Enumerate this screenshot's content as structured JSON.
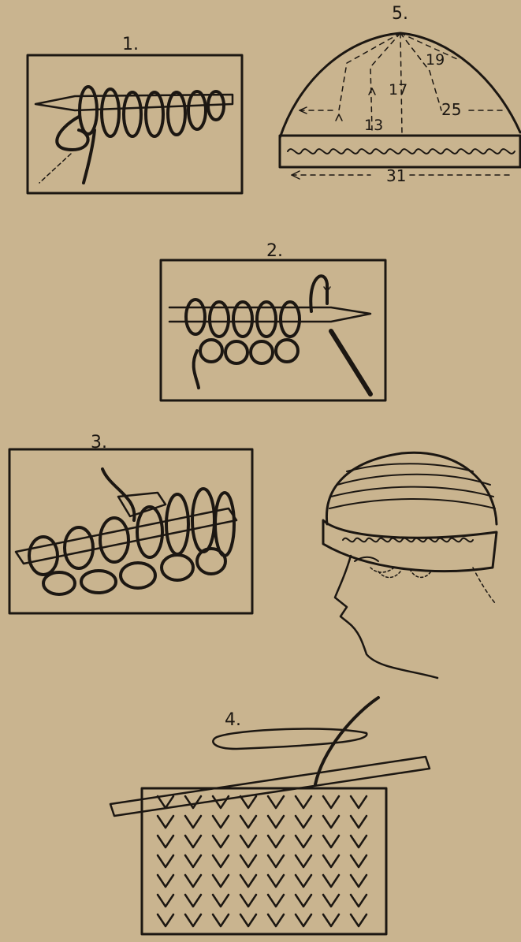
{
  "figures": {
    "fig1": {
      "number": "1."
    },
    "fig2": {
      "number": "2."
    },
    "fig3": {
      "number": "3."
    },
    "fig4": {
      "number": "4."
    },
    "fig5": {
      "number": "5.",
      "measurements": [
        "19",
        "17",
        "13",
        "25",
        "31"
      ]
    }
  },
  "colors": {
    "paper": "#c9b48f",
    "ink": "#1c1712"
  }
}
